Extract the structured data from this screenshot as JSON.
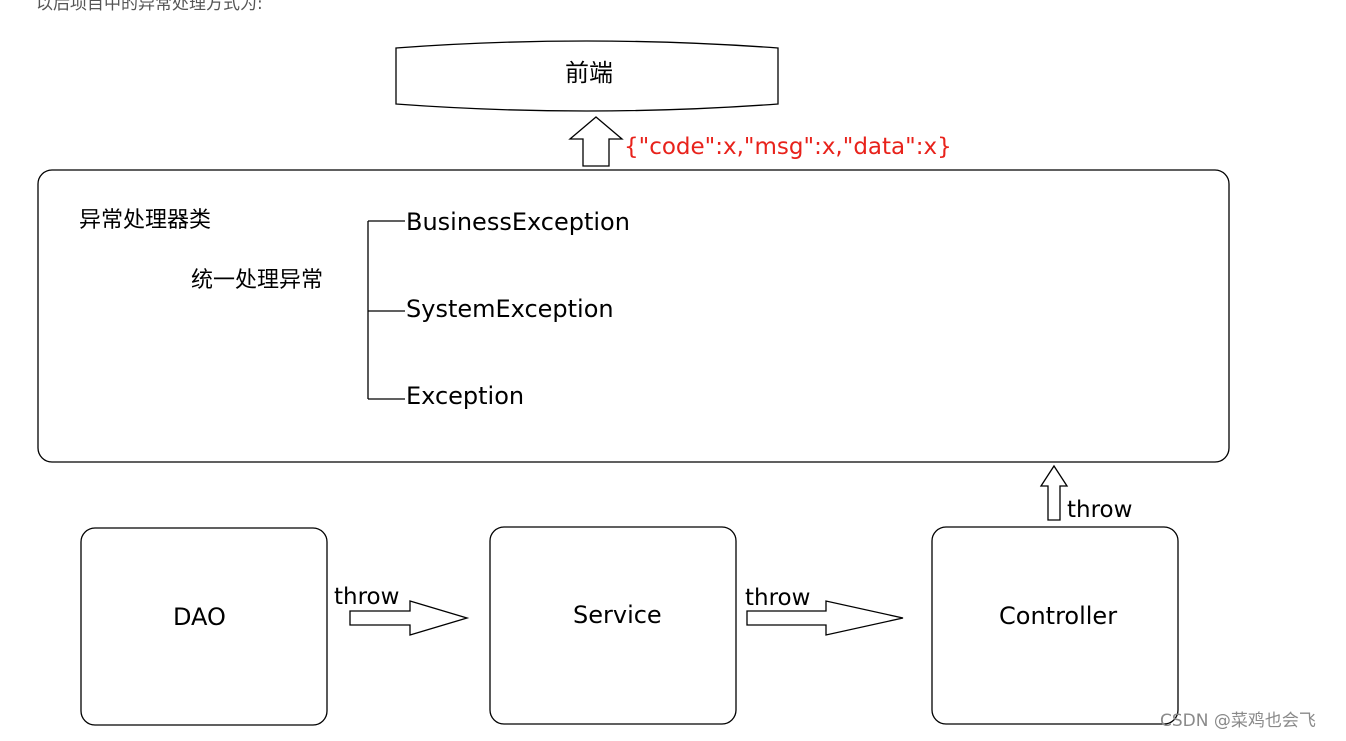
{
  "top_cut_text": "以后项目中的异常处理方式为:",
  "frontend": {
    "label": "前端"
  },
  "response_format": {
    "text": "{\"code\":x,\"msg\":x,\"data\":x}",
    "color": "#e8221b"
  },
  "handler": {
    "title": "异常处理器类",
    "subtitle": "统一处理异常",
    "branches": [
      "BusinessException",
      "SystemException",
      "Exception"
    ]
  },
  "layers": {
    "dao": "DAO",
    "service": "Service",
    "controller": "Controller"
  },
  "throw_label": "throw",
  "watermark": "CSDN @菜鸡也会飞"
}
